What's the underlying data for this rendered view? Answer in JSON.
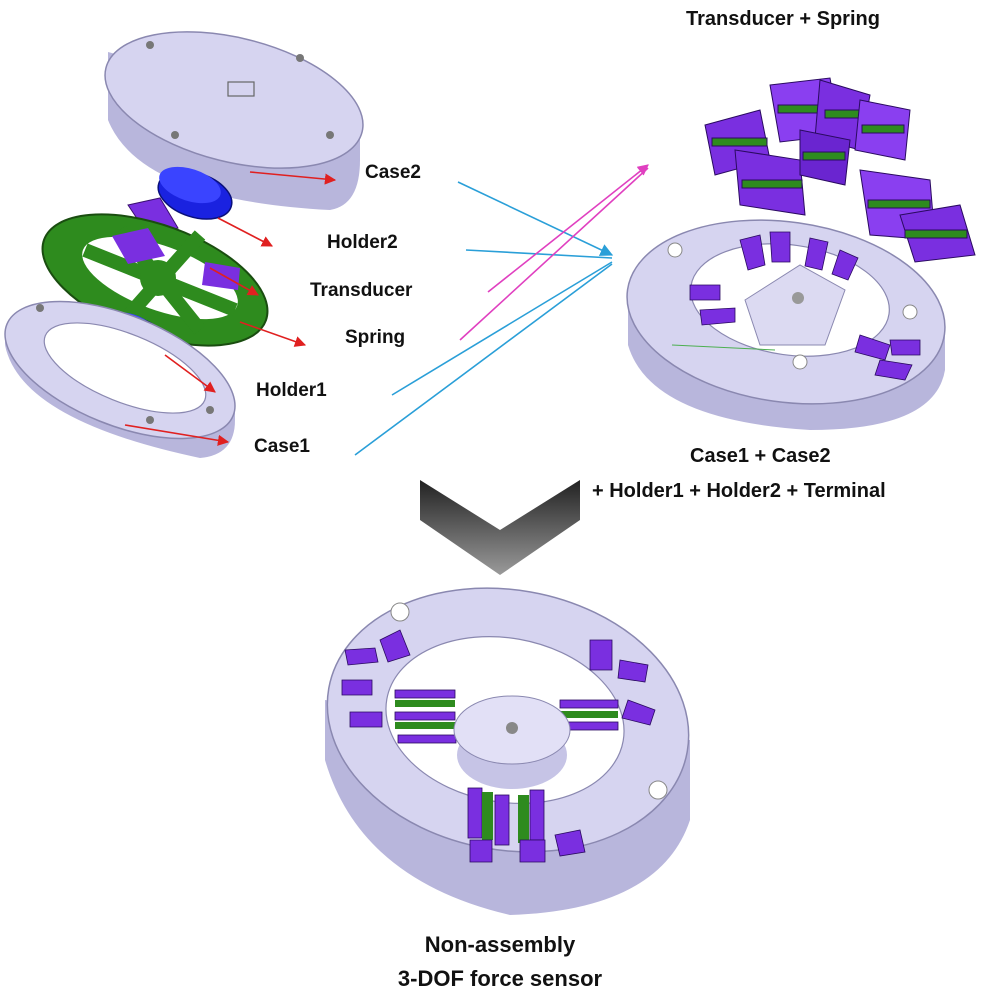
{
  "labels": {
    "case2": "Case2",
    "holder2": "Holder2",
    "transducer": "Transducer",
    "spring": "Spring",
    "holder1": "Holder1",
    "case1": "Case1"
  },
  "captions": {
    "top_right": "Transducer + Spring",
    "right_line1": "Case1 + Case2",
    "right_line2": "+ Holder1 + Holder2 + Terminal",
    "bottom_line1": "Non-assembly",
    "bottom_line2": "3-DOF force sensor"
  },
  "colors": {
    "case": "#cfcdec",
    "case_shade": "#a9a7cf",
    "holder": "#1a22e0",
    "spring": "#2e8b1e",
    "transducer": "#7a2fe0",
    "red_arrow": "#e02020",
    "blue_line": "#2a9fd8",
    "pink_line": "#e040c0",
    "big_arrow": "#555555"
  }
}
